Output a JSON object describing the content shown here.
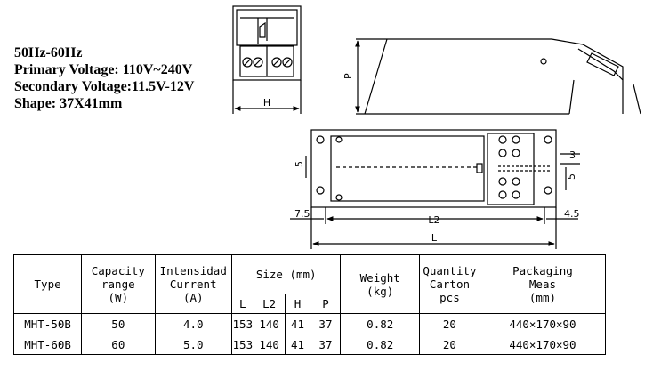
{
  "specs": [
    "50Hz-60Hz",
    "Primary Voltage: 110V~240V",
    "Secondary Voltage:11.5V-12V",
    "Shape: 37X41mm"
  ],
  "diagram": {
    "dim_H": "H",
    "dim_P": "P",
    "dim_L": "L",
    "dim_L2": "L2",
    "dim_5_left": "5",
    "dim_5_right": "5",
    "dim_3": "3",
    "dim_7_5": "7.5",
    "dim_4_5": "4.5"
  },
  "table": {
    "headers": {
      "type": "Type",
      "capacity_1": "Capacity",
      "capacity_2": "range",
      "capacity_3": "(W)",
      "current_1": "Intensidad",
      "current_2": "Current",
      "current_3": "(A)",
      "size": "Size (mm)",
      "weight_1": "Weight",
      "weight_2": "(kg)",
      "qty_1": "Quantity",
      "qty_2": "Carton",
      "qty_3": "pcs",
      "pack_1": "Packaging",
      "pack_2": "Meas",
      "pack_3": "(mm)"
    },
    "size_headers": [
      "L",
      "L2",
      "H",
      "P"
    ],
    "rows": [
      {
        "type": "MHT-50B",
        "capacity": "50",
        "current": "4.0",
        "L": "153",
        "L2": "140",
        "H": "41",
        "P": "37",
        "weight": "0.82",
        "qty": "20",
        "pack": "440×170×90"
      },
      {
        "type": "MHT-60B",
        "capacity": "60",
        "current": "5.0",
        "L": "153",
        "L2": "140",
        "H": "41",
        "P": "37",
        "weight": "0.82",
        "qty": "20",
        "pack": "440×170×90"
      }
    ]
  }
}
